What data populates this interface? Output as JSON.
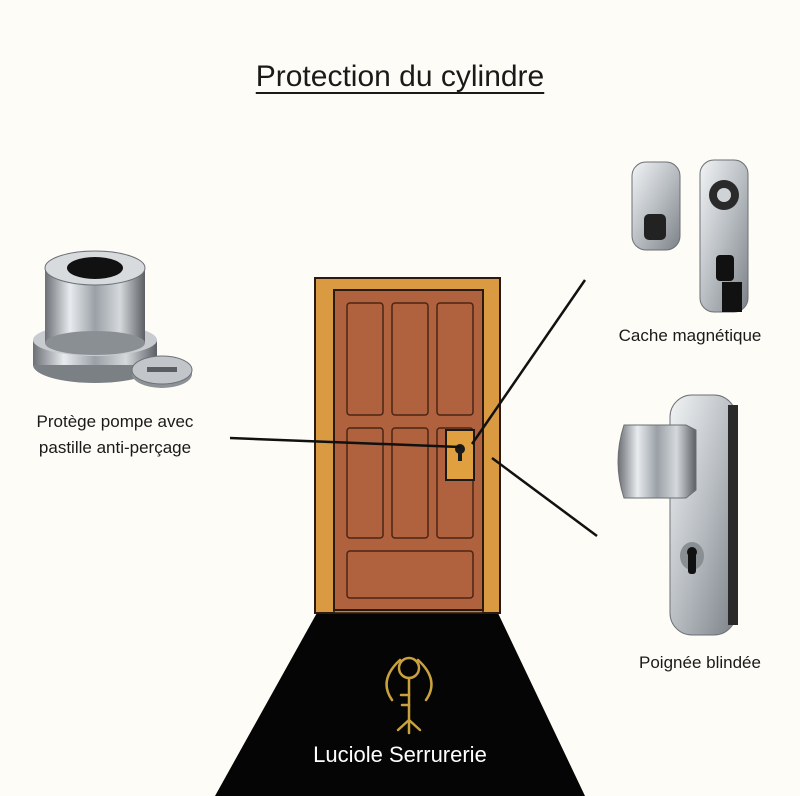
{
  "title": "Protection du cylindre",
  "labels": {
    "protege_line1": "Protège pompe avec",
    "protege_line2": "pastille anti-perçage",
    "cache": "Cache magnétique",
    "poignee": "Poignée blindée"
  },
  "brand": {
    "name": "Luciole Serrurerie",
    "logo": "firefly-key-icon"
  },
  "colors": {
    "background": "#fdfcf6",
    "door": "#b0623f",
    "frame": "#d99a42",
    "floor": "#050505",
    "logo_gold": "#c9a23e"
  }
}
